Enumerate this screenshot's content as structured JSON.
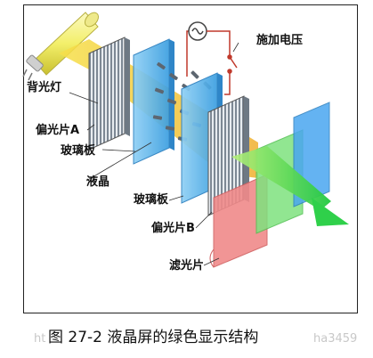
{
  "labels": {
    "backlight": "背光灯",
    "polarizer_a": "偏光片A",
    "glass_1": "玻璃板",
    "liquid_crystal": "液晶",
    "glass_2": "玻璃板",
    "polarizer_b": "偏光片B",
    "filter": "滤光片",
    "voltage": "施加电压"
  },
  "caption": "图 27-2 液晶屏的绿色显示结构",
  "watermark": {
    "left": "ht",
    "right": "ha3459"
  },
  "colors": {
    "backlight_tube": "#f3ef6a",
    "light_beam": "#f6c93a",
    "polarizer": "#9aa5b1",
    "glass": "#5fb6ea",
    "liquid_crystal": "#5d6670",
    "filter_red": "#f08a8a",
    "filter_green": "#7ee27e",
    "filter_blue": "#4aa6f0",
    "arrow_green": "#2fd04a",
    "wire": "#c0392b"
  }
}
